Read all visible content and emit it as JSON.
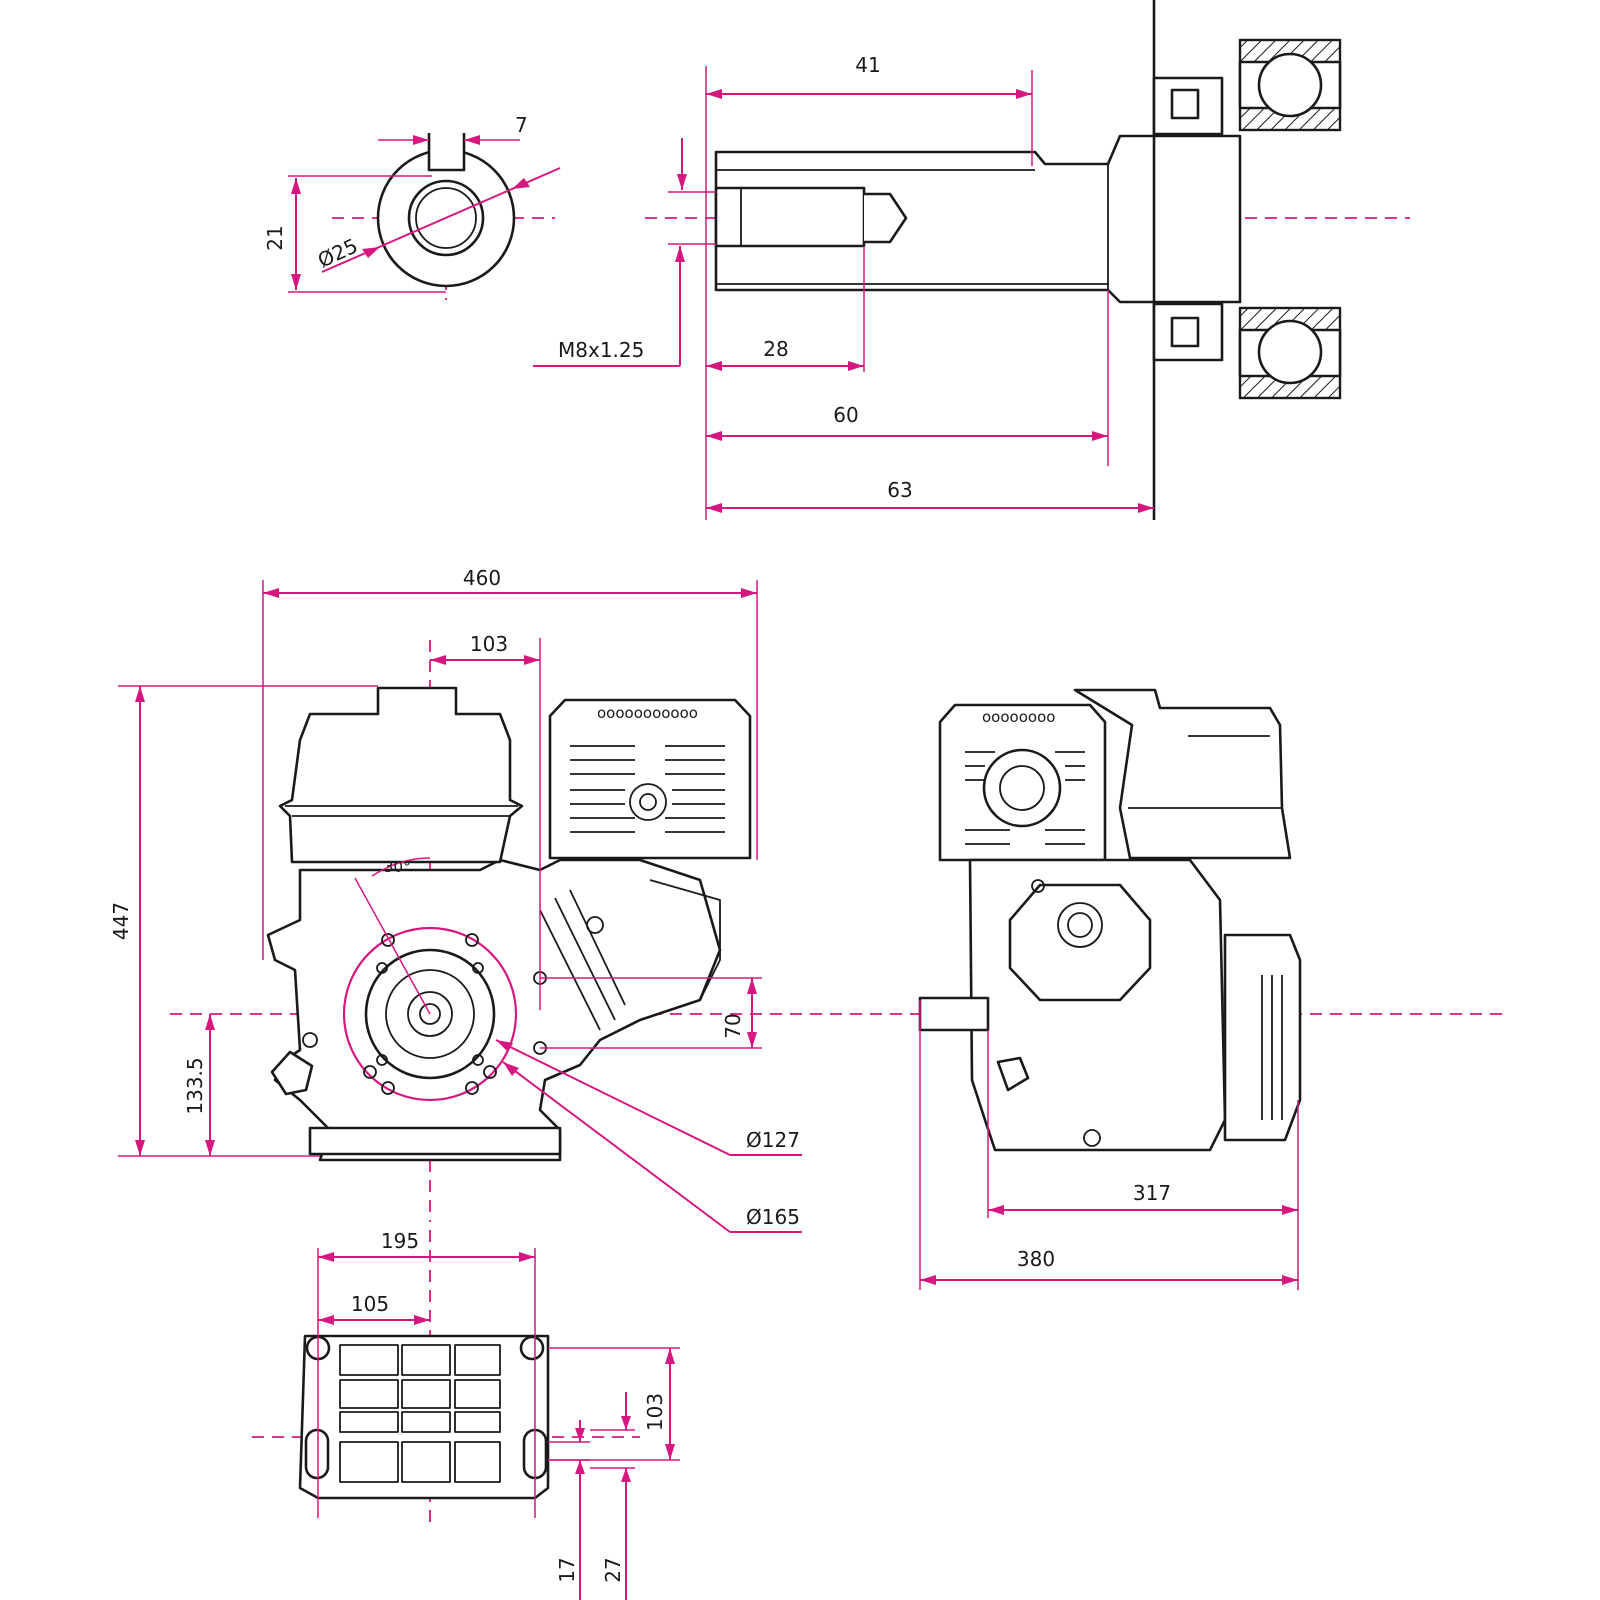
{
  "dimensions": {
    "keyway_width": "7",
    "shaft_flat": "21",
    "shaft_diameter": "Ø25",
    "keyway_length": "41",
    "thread": "M8x1.25",
    "thread_depth": "28",
    "shaft_length_a": "60",
    "shaft_length_b": "63",
    "overall_width": "460",
    "shaft_to_edge": "103",
    "overall_height": "447",
    "shaft_height": "133.5",
    "bolt_spacing": "70",
    "pcd_inner": "Ø127",
    "pcd_outer": "Ø165",
    "angle": "30°",
    "side_depth": "317",
    "overall_depth": "380",
    "base_width": "195",
    "base_half": "105",
    "base_depth": "103",
    "slot_a": "17",
    "slot_b": "27"
  },
  "colors": {
    "dimension": "#d6177f",
    "outline": "#1a1a1a"
  }
}
